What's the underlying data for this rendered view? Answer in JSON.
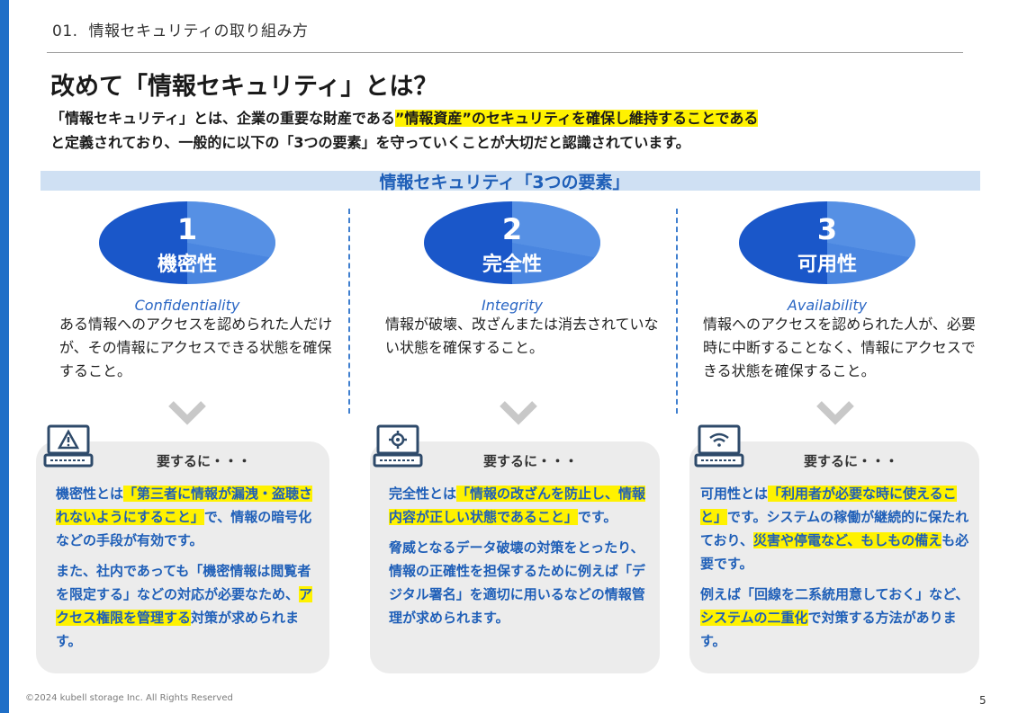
{
  "header": {
    "section_number": "01.",
    "section_title": "情報セキュリティの取り組み方"
  },
  "title": "改めて「情報セキュリティ」とは？",
  "intro": {
    "line1_a": "「情報セキュリティ」とは、企業の重要な財産である",
    "line1_b": "”情報資産”のセキュリティを確保し維持することである",
    "line2": "と定義されており、一般的に以下の「3つの要素」を守っていくことが大切だと認識されています。"
  },
  "banner_title": "情報セキュリティ「3つの要素」",
  "columns": [
    {
      "number": "1",
      "name": "機密性",
      "english": "Confidentiality",
      "description": "ある情報へのアクセスを認められた人だけが、その情報にアクセスできる状態を確保すること。",
      "card_heading": "要するに・・・",
      "icon": "warning-laptop-icon"
    },
    {
      "number": "2",
      "name": "完全性",
      "english": "Integrity",
      "description": "情報が破壊、改ざんまたは消去されていない状態を確保すること。",
      "card_heading": "要するに・・・",
      "icon": "gear-laptop-icon"
    },
    {
      "number": "3",
      "name": "可用性",
      "english": "Availability",
      "description": "情報へのアクセスを認められた人が、必要時に中断することなく、情報にアクセスできる状態を確保すること。",
      "card_heading": "要するに・・・",
      "icon": "wifi-laptop-icon"
    }
  ],
  "card1": {
    "p1_a": "機密性とは",
    "p1_hl": "「第三者に情報が漏洩・盗聴されないようにすること」",
    "p1_b": "で、情報の暗号化などの手段が有効です。",
    "p2_a": "また、社内であっても「機密情報は閲覧者を限定する」などの対応が必要なため、",
    "p2_hl": "アクセス権限を管理する",
    "p2_b": "対策が求められます。"
  },
  "card2": {
    "p1_a": "完全性とは",
    "p1_hl": "「情報の改ざんを防止し、情報内容が正しい状態であること」",
    "p1_b": "です。",
    "p2": "脅威となるデータ破壊の対策をとったり、情報の正確性を担保するために例えば「デジタル署名」を適切に用いるなどの情報管理が求められます。"
  },
  "card3": {
    "p1_a": "可用性とは",
    "p1_hl": "「利用者が必要な時に使えること」",
    "p1_b": "です。システムの稼働が継続的に保たれており、",
    "p1_hl2": "災害や停電など、もしもの備え",
    "p1_c": "も必要です。",
    "p2_a": "例えば「回線を二系統用意しておく」など、",
    "p2_hl": "システムの二重化",
    "p2_b": "で対策する方法があります。"
  },
  "footer": {
    "copyright": "©2024 kubell storage Inc. All Rights Reserved",
    "page_number": "5"
  },
  "colors": {
    "accent": "#1f6fc7",
    "highlight": "#fff200",
    "card_bg": "#ececec",
    "text_blue": "#1f5fb8"
  }
}
